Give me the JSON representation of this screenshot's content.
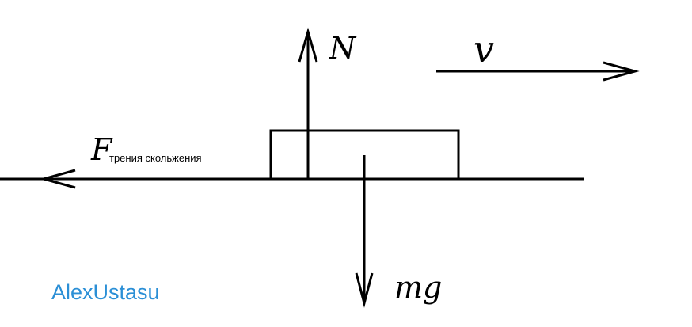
{
  "labels": {
    "normal_force": "N",
    "velocity": "v",
    "friction_main": "F",
    "friction_sub": "трения скольжения",
    "gravity": "mg"
  },
  "watermark": "AlexUstasu",
  "colors": {
    "stroke": "#000000",
    "watermark": "#2b8fd6",
    "background": "#ffffff"
  }
}
